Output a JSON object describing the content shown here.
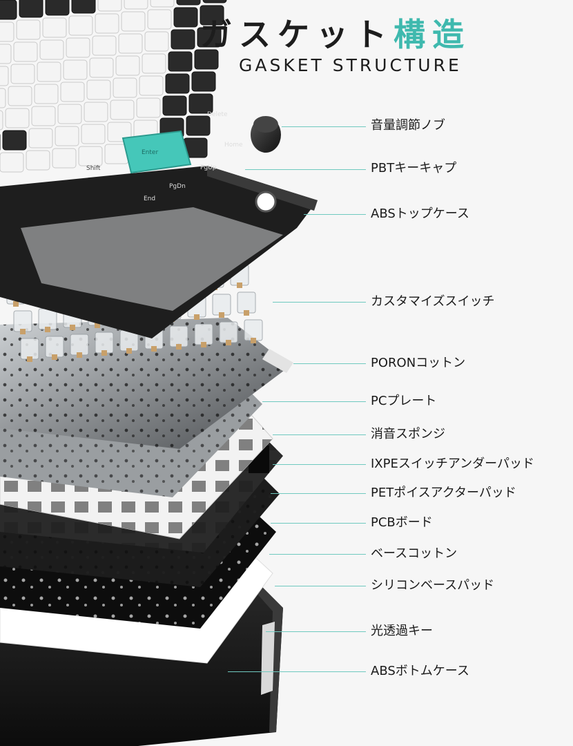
{
  "header": {
    "title_main": "ガスケット",
    "title_accent": "構造",
    "subtitle": "GASKET STRUCTURE"
  },
  "colors": {
    "accent": "#3fb9ae",
    "leader_line": "#6fc9bf",
    "text": "#1a1a1a",
    "background": "#f6f6f6"
  },
  "layers": [
    {
      "label": "音量調節ノブ"
    },
    {
      "label": "PBTキーキャプ"
    },
    {
      "label": "ABSトップケース"
    },
    {
      "label": "カスタマイズスイッチ"
    },
    {
      "label": "PORONコットン"
    },
    {
      "label": "PCプレート"
    },
    {
      "label": "消音スポンジ"
    },
    {
      "label": "IXPEスイッチアンダーパッド"
    },
    {
      "label": "PETポイスアクターパッド"
    },
    {
      "label": "PCBボード"
    },
    {
      "label": "ベースコットン"
    },
    {
      "label": "シリコンベースパッド"
    },
    {
      "label": "光透過キー"
    },
    {
      "label": "ABSボトムケース"
    }
  ],
  "keycaps": {
    "end": "End",
    "page_up": "PgUp",
    "page_down": "PgDn",
    "delete": "Delete",
    "home": "Home",
    "enter": "Enter",
    "shift": "Shift"
  }
}
